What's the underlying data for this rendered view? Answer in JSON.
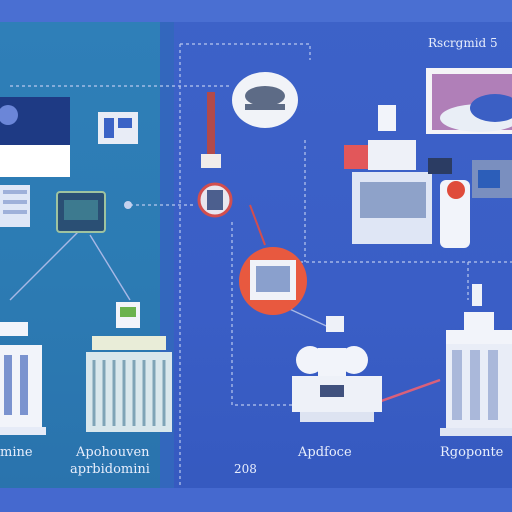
{
  "labels": {
    "top_right": "Rscrgmid 5",
    "bottom_left": "mine",
    "bottom_center_1": "Apohouven",
    "bottom_center_2": "aprbidomini",
    "bottom_mid": "208",
    "bottom_right_center": "Apdfoce",
    "bottom_right": "Rgoponte"
  },
  "colors": {
    "background": "#3a5fc4",
    "panel": "#2f7fb8",
    "line": "#c8d3ee",
    "accent_red": "#e24a3b",
    "white": "#f2f4fa"
  }
}
